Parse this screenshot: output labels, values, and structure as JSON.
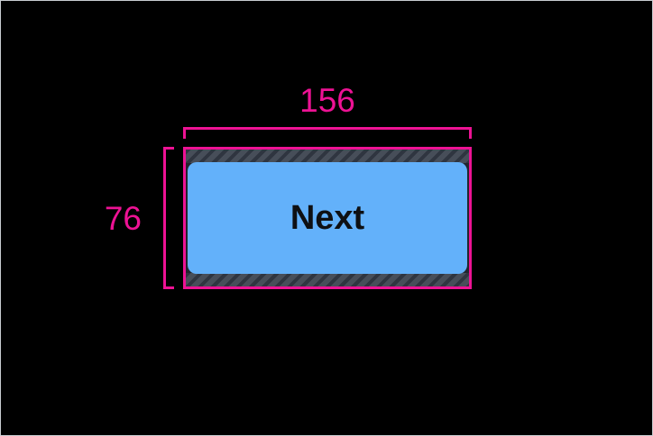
{
  "screen": {
    "background": "#000000",
    "frame_border_color": "#c9cdd1"
  },
  "inspector": {
    "measurements": {
      "width_label": "156",
      "height_label": "76",
      "guide_color": "#ed1294"
    },
    "widget": {
      "button_label": "Next",
      "button_fill_color": "#63b1fa",
      "button_text_color": "#0e1013",
      "outline_color": "#ed1294",
      "inner_background_color": "#21262e",
      "padding_hatch_base_color": "#474e59",
      "padding_hatch_stripe_color": "#2f3540"
    }
  }
}
